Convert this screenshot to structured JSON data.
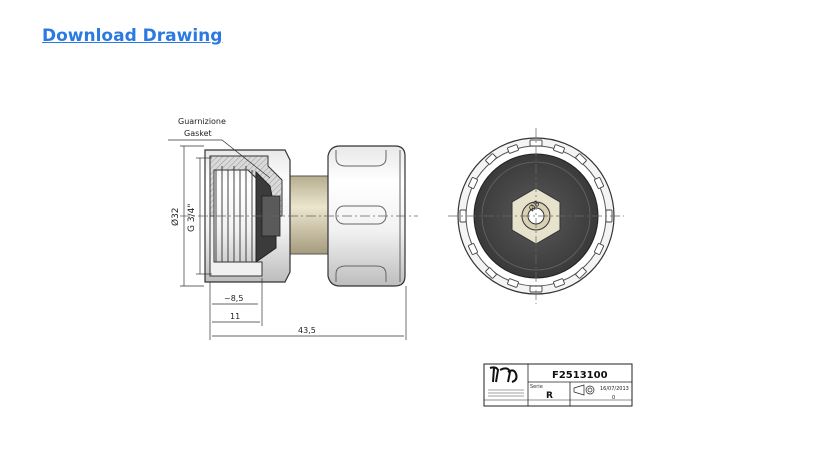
{
  "link": {
    "label": "Download Drawing",
    "color": "#2a7ae2"
  },
  "drawing": {
    "gasket_it": "Guarnizione",
    "gasket_en": "Gasket",
    "dim_diameter": "Ø32",
    "dim_thread": "G 3/4\"",
    "dim_inner": "~8,5",
    "dim_thread_len": "11",
    "dim_total": "43,5",
    "dim_bore": "Ø8"
  },
  "title_block": {
    "code": "F2513100",
    "revision": "R",
    "date": "16/07/2013",
    "sheet": "0",
    "label_series": "Serie"
  }
}
